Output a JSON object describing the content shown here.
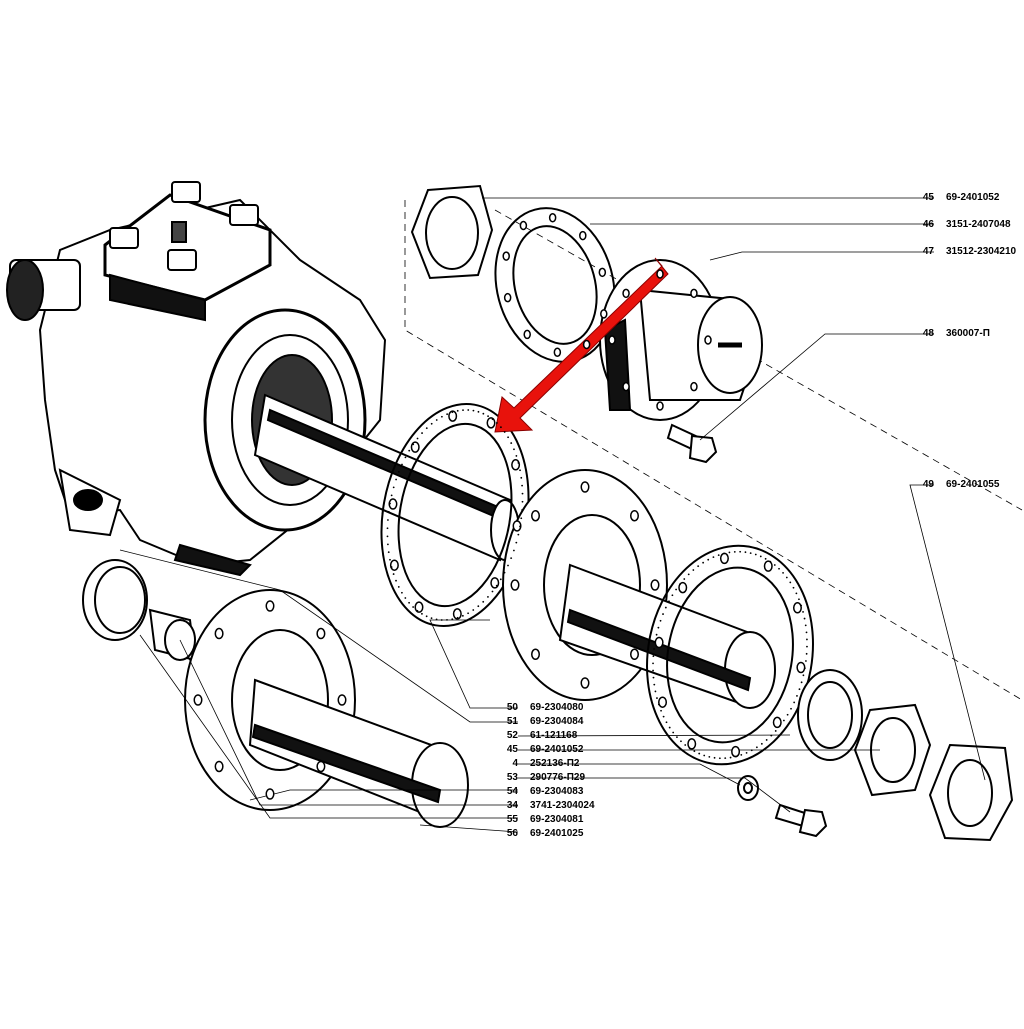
{
  "callouts_right": [
    {
      "num": "45",
      "part": "69-2401052"
    },
    {
      "num": "46",
      "part": "3151-2407048"
    },
    {
      "num": "47",
      "part": "31512-2304210"
    },
    {
      "num": "48",
      "part": "360007-П"
    },
    {
      "num": "49",
      "part": "69-2401055"
    }
  ],
  "callouts_list": [
    {
      "num": "50",
      "part": "69-2304080"
    },
    {
      "num": "51",
      "part": "69-2304084"
    },
    {
      "num": "52",
      "part": "61-121168"
    },
    {
      "num": "45",
      "part": "69-2401052"
    },
    {
      "num": "4",
      "part": "252136-П2"
    },
    {
      "num": "53",
      "part": "290776-П29"
    },
    {
      "num": "54",
      "part": "69-2304083"
    },
    {
      "num": "34",
      "part": "3741-2304024"
    },
    {
      "num": "55",
      "part": "69-2304081"
    },
    {
      "num": "56",
      "part": "69-2401025"
    }
  ],
  "colors": {
    "line": "#000000",
    "arrow": "#e8120c",
    "background": "#ffffff"
  }
}
